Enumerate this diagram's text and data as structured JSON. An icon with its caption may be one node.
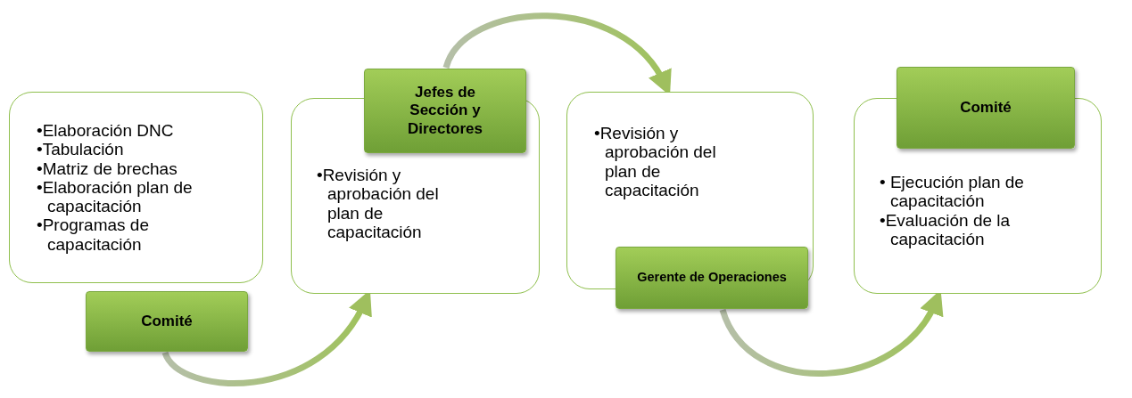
{
  "diagram": {
    "nodes": [
      {
        "text": [
          "•Elaboración DNC",
          "•Tabulación",
          "•Matriz de brechas",
          "•Elaboración plan de capacitación",
          "•Programas de capacitación"
        ]
      },
      {
        "text": [
          "Comité"
        ]
      },
      {
        "text": [
          "•Revisión y aprobación del plan de capacitación"
        ]
      },
      {
        "text": [
          "Jefes de Sección y Directores"
        ]
      },
      {
        "text": [
          "•Revisión y aprobación del plan de capacitación"
        ]
      },
      {
        "text": [
          "Gerente de Operaciones"
        ]
      },
      {
        "text": [
          "• Ejecución plan de capacitación",
          "•Evaluación de la capacitación"
        ]
      },
      {
        "text": [
          "Comité"
        ]
      }
    ],
    "edges": [
      {
        "from": 1,
        "to": 2,
        "arrow": "to"
      },
      {
        "from": 3,
        "to": 4,
        "arrow": "to"
      },
      {
        "from": 5,
        "to": 6,
        "arrow": "to"
      }
    ]
  }
}
